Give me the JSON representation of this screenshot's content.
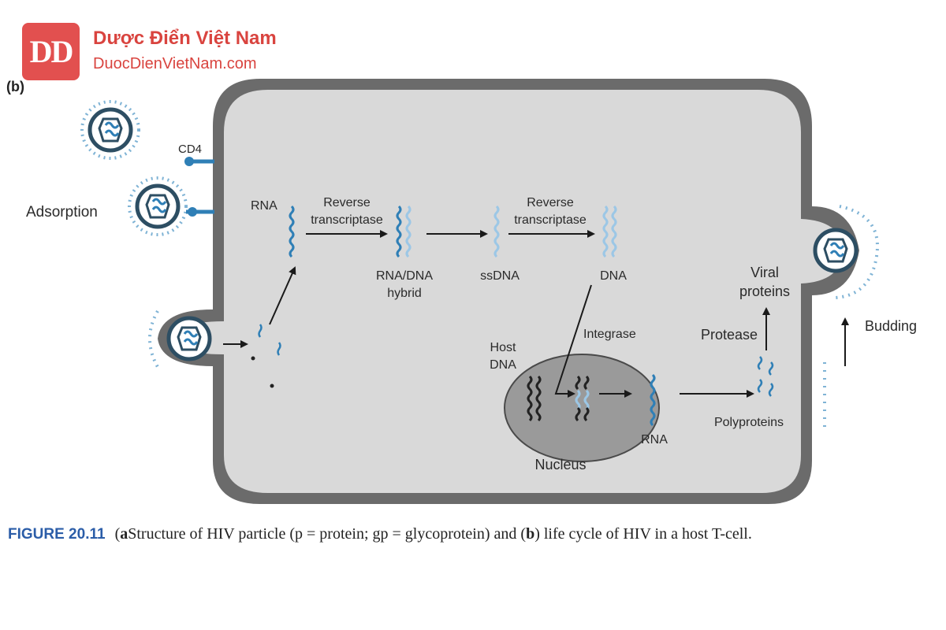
{
  "brand": {
    "logo_text": "DD",
    "name": "Dược Điển Việt Nam",
    "url": "DuocDienVietNam.com",
    "color": "#e2504f"
  },
  "figure": {
    "panel_label": "(b)",
    "labels": {
      "cd4": "CD4",
      "adsorption": "Adsorption",
      "rna_top": "RNA",
      "rt1_line1": "Reverse",
      "rt1_line2": "transcriptase",
      "hybrid_line1": "RNA/DNA",
      "hybrid_line2": "hybrid",
      "rt2_line1": "Reverse",
      "rt2_line2": "transcriptase",
      "ssdna": "ssDNA",
      "dna": "DNA",
      "integrase": "Integrase",
      "host_dna_line1": "Host",
      "host_dna_line2": "DNA",
      "nucleus": "Nucleus",
      "rna_nucleus": "RNA",
      "polyproteins": "Polyproteins",
      "protease": "Protease",
      "viral_line1": "Viral",
      "viral_line2": "proteins",
      "budding": "Budding"
    },
    "colors": {
      "cell_wall": "#6b6b6b",
      "cytoplasm": "#d9d9d9",
      "nucleus": "#9a9a9a",
      "rna_strand": "#2f7fb6",
      "dna_strand": "#9cc7e6",
      "host_dna": "#222222"
    }
  },
  "caption": {
    "fig_label": "FIGURE 20.11",
    "part_a": "a",
    "text_a": "Structure of HIV particle (p = protein; gp = glycoprotein) and (",
    "part_b": "b",
    "text_b": ") life cycle of HIV in a host T-cell."
  }
}
